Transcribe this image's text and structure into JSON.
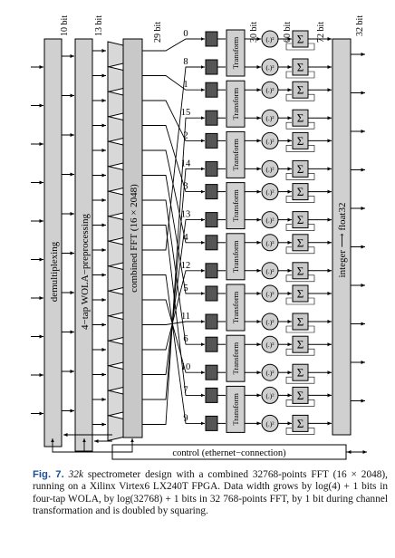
{
  "bit_widths": [
    "10 bit",
    "13 bit",
    "29 bit",
    "30 bit",
    "60 bit",
    "72 bit",
    "32 bit"
  ],
  "blocks": {
    "demux": "demultiplexing",
    "wola": "4−tap WOLA−preprocessing",
    "fft": "combined FFT (16 × 2048)",
    "conv": "integer ⟶ float32",
    "control": "control (ethernet−connection)"
  },
  "transform_label": "Transform",
  "square_label": "(.)²",
  "sum_label": "Σ",
  "fft_outputs": [
    "0",
    "8",
    "1",
    "15",
    "2",
    "14",
    "3",
    "13",
    "4",
    "12",
    "5",
    "11",
    "6",
    "10",
    "7",
    "9"
  ],
  "caption": {
    "fig": "Fig. 7.",
    "k": "32k",
    "text": "spectrometer design with a combined 32768-points FFT (16 × 2048), running on a Xilinx Virtex6 LX240T FPGA. Data width grows by log(4) + 1 bits in four-tap WOLA, by log(32768) + 1 bits in 32 768-points FFT, by 1 bit during channel transformation and is doubled by squaring."
  }
}
